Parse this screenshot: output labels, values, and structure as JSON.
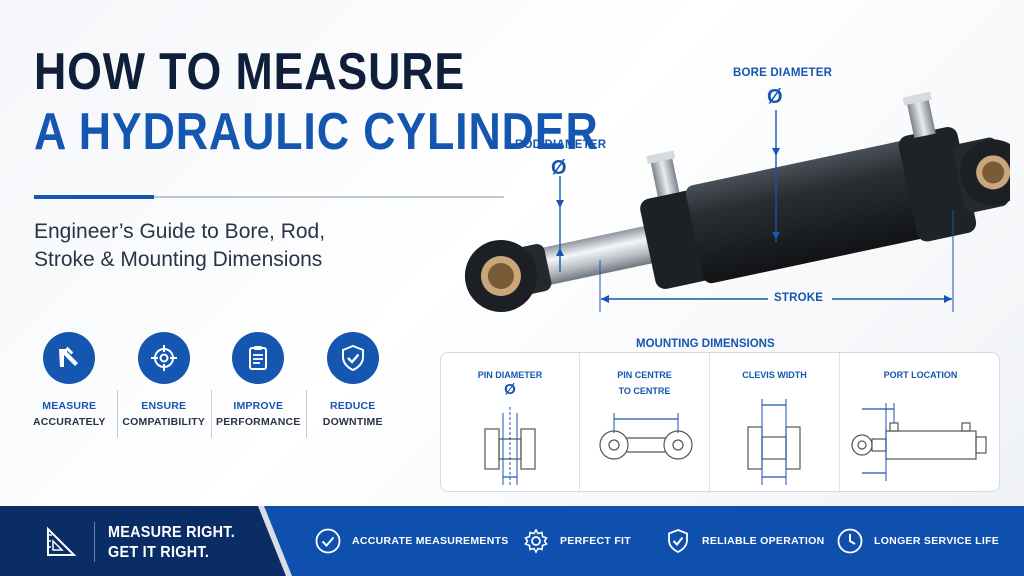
{
  "title": {
    "line1": "HOW TO MEASURE",
    "line2": "A HYDRAULIC CYLINDER"
  },
  "subtitle": {
    "line1": "Engineer’s Guide to Bore, Rod,",
    "line2": "Stroke & Mounting Dimensions"
  },
  "benefits": [
    {
      "icon": "caliper-icon",
      "line1": "MEASURE",
      "line2": "ACCURATELY"
    },
    {
      "icon": "target-icon",
      "line1": "ENSURE",
      "line2": "COMPATIBILITY"
    },
    {
      "icon": "clipboard-icon",
      "line1": "IMPROVE",
      "line2": "PERFORMANCE"
    },
    {
      "icon": "shield-check-icon",
      "line1": "REDUCE",
      "line2": "DOWNTIME"
    }
  ],
  "diagram": {
    "bore_label": "BORE DIAMETER",
    "rod_label": "ROD DIAMETER",
    "stroke_label": "STROKE",
    "diameter_symbol": "Ø"
  },
  "mounting": {
    "title": "MOUNTING DIMENSIONS",
    "items": [
      {
        "label_line1": "PIN DIAMETER",
        "label_line2": "",
        "symbol": "Ø"
      },
      {
        "label_line1": "PIN CENTRE",
        "label_line2": "TO CENTRE",
        "symbol": ""
      },
      {
        "label_line1": "CLEVIS WIDTH",
        "label_line2": "",
        "symbol": ""
      },
      {
        "label_line1": "PORT LOCATION",
        "label_line2": "",
        "symbol": ""
      }
    ]
  },
  "footer": {
    "slogan_line1": "MEASURE RIGHT.",
    "slogan_line2": "GET IT RIGHT.",
    "features": [
      {
        "icon": "check-circle-icon",
        "label": "ACCURATE MEASUREMENTS"
      },
      {
        "icon": "gear-icon",
        "label": "PERFECT FIT"
      },
      {
        "icon": "shield-check-icon",
        "label": "RELIABLE OPERATION"
      },
      {
        "icon": "clock-icon",
        "label": "LONGER SERVICE LIFE"
      }
    ]
  },
  "colors": {
    "accent": "#1456b0",
    "navy": "#0b2d66",
    "heading": "#0f1f3a",
    "cylinder": "#1f2327"
  }
}
